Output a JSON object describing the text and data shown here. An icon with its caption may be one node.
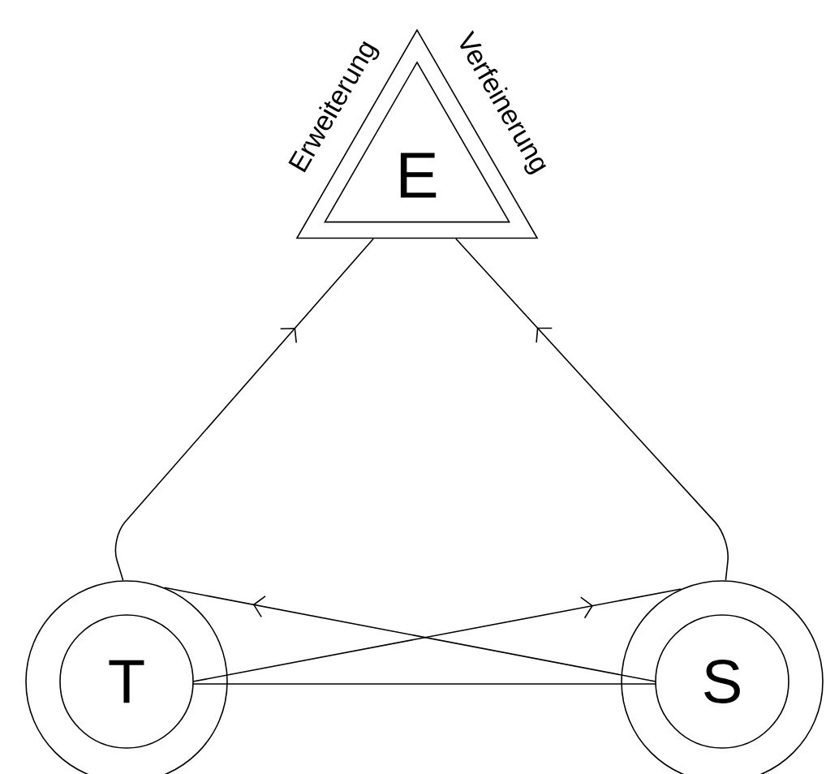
{
  "diagram": {
    "nodes": [
      {
        "text": [
          "E"
        ],
        "beside": [
          "Erweiterung",
          "Verfeinerung"
        ]
      },
      {
        "text": [
          "T"
        ]
      },
      {
        "text": [
          "S"
        ]
      }
    ],
    "edges": [
      {
        "from": 1,
        "to": 0,
        "arrow": "to"
      },
      {
        "from": 2,
        "to": 0,
        "arrow": "to"
      },
      {
        "from": 1,
        "to": 2,
        "arrow": "to"
      },
      {
        "from": 2,
        "to": 1,
        "arrow": "to"
      },
      {
        "from": 1,
        "to": 2,
        "arrow": "none"
      }
    ]
  }
}
